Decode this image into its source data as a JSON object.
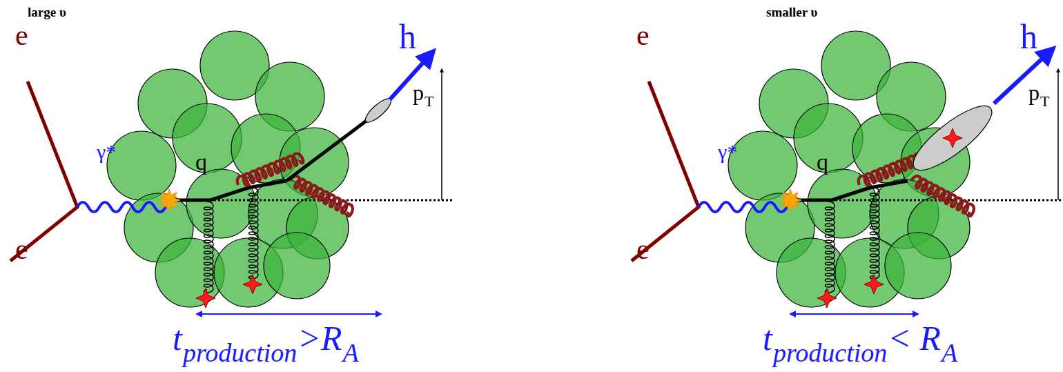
{
  "diagram": {
    "labels": [
      "large υ",
      "e",
      "γ*",
      "e",
      "q",
      "h",
      "p",
      "T",
      "t",
      "production",
      ">R",
      "A",
      "smaller υ",
      "e",
      "γ*",
      "e",
      "q",
      "h",
      "p",
      "T",
      "t",
      "production",
      "< R",
      "A"
    ]
  }
}
